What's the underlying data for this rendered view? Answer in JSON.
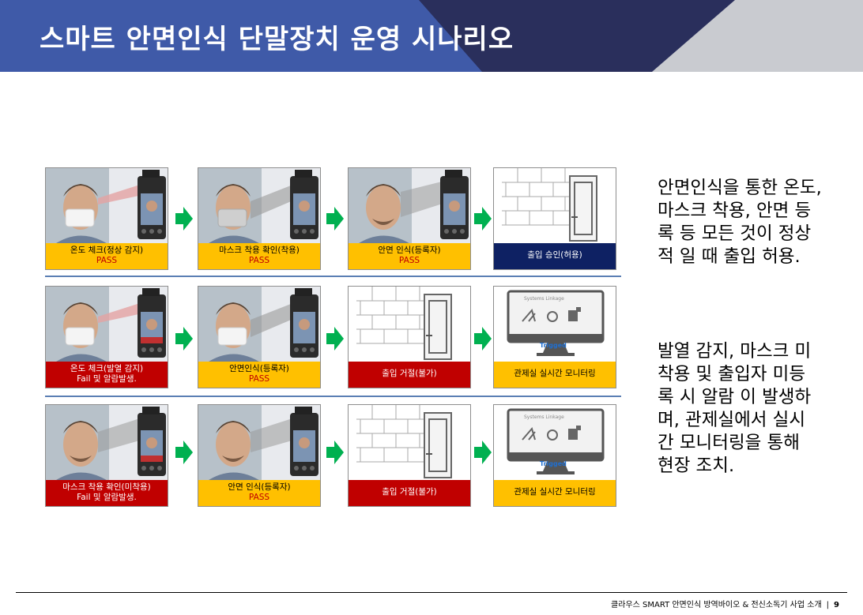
{
  "title": "스마트 안면인식 단말장치 운영 시나리오",
  "rows": [
    {
      "cards": [
        {
          "line1": "온도 체크(정상 감지)",
          "line2": "PASS",
          "style": "yellow"
        },
        {
          "line1": "마스크 착용 확인(착용)",
          "line2": "PASS",
          "style": "yellow"
        },
        {
          "line1": "안면 인식(등록자)",
          "line2": "PASS",
          "style": "yellow"
        },
        {
          "line1": "출입 승인(허용)",
          "style": "navy"
        }
      ],
      "description": [
        "안면인식을 통한 온도,",
        "마스크 착용, 안면 등",
        "록 등 모든 것이 정상",
        "적 일 때 출입 허용."
      ]
    },
    {
      "cards": [
        {
          "line1": "온도 체크(발열 감지)",
          "line2": "Fail 및 알람발생.",
          "style": "red"
        },
        {
          "line1": "안면인식(등록자)",
          "line2": "PASS",
          "style": "yellow"
        },
        {
          "line1": "출입 거절(불가)",
          "style": "red"
        },
        {
          "line1": "관제실 실시간 모니터링",
          "style": "yellow"
        }
      ],
      "description": [
        "발열 감지, 마스크 미",
        "착용 및 출입자 미등",
        "록 시 알람 이 발생하",
        "며, 관제실에서 실시",
        "간 모니터링을 통해",
        "현장 조치."
      ]
    },
    {
      "cards": [
        {
          "line1": "마스크 착용 확인(미착용)",
          "line2": "Fail 및 알람발생.",
          "style": "red"
        },
        {
          "line1": "안면 인식(등록자)",
          "line2": "PASS",
          "style": "yellow"
        },
        {
          "line1": "출입 거절(불가)",
          "style": "red"
        },
        {
          "line1": "관제실 실시간 모니터링",
          "style": "yellow"
        }
      ]
    }
  ],
  "monitor": {
    "heading": "Systems Linkage",
    "status": "Trigged"
  },
  "footer": {
    "text": "클라우스 SMART 안면인식 방역바이오 & 전신소독기 사업 소개",
    "page": "9"
  },
  "colors": {
    "header_blue": "#3f5aa8",
    "header_navy": "#2a2f5c",
    "header_gray": "#c9cbd0",
    "yellow": "#ffc000",
    "red": "#c00000",
    "navy": "#0e2163",
    "arrow": "#00b050",
    "separator": "#5b7fb4"
  }
}
